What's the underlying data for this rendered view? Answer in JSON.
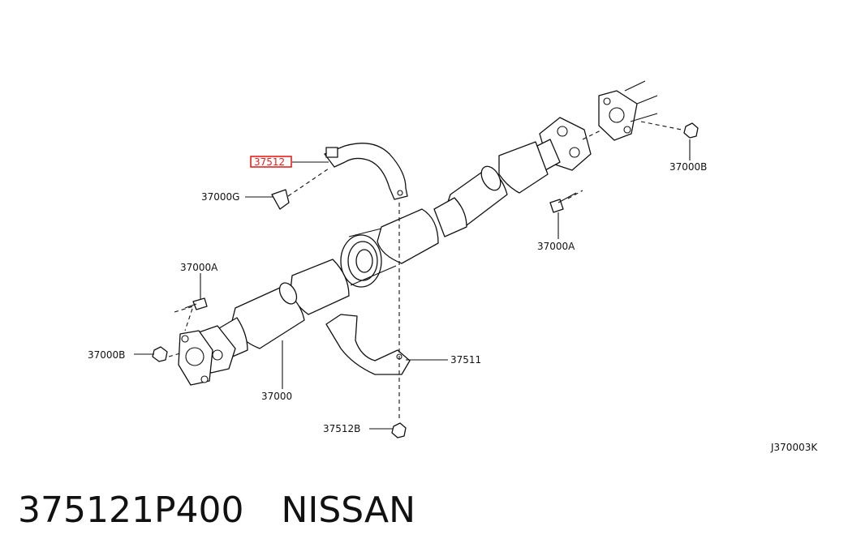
{
  "diagram": {
    "diagram_code": "J370003K",
    "highlight": {
      "label": "37512",
      "color": "#e8211b"
    },
    "callouts": {
      "part_37000G": "37000G",
      "part_37000A_top": "37000A",
      "part_37000A_left": "37000A",
      "part_37000B_right": "37000B",
      "part_37000B_left": "37000B",
      "part_37511": "37511",
      "part_37000": "37000",
      "part_37512B": "37512B"
    }
  },
  "caption": {
    "part_number": "375121P400",
    "brand": "NISSAN"
  }
}
